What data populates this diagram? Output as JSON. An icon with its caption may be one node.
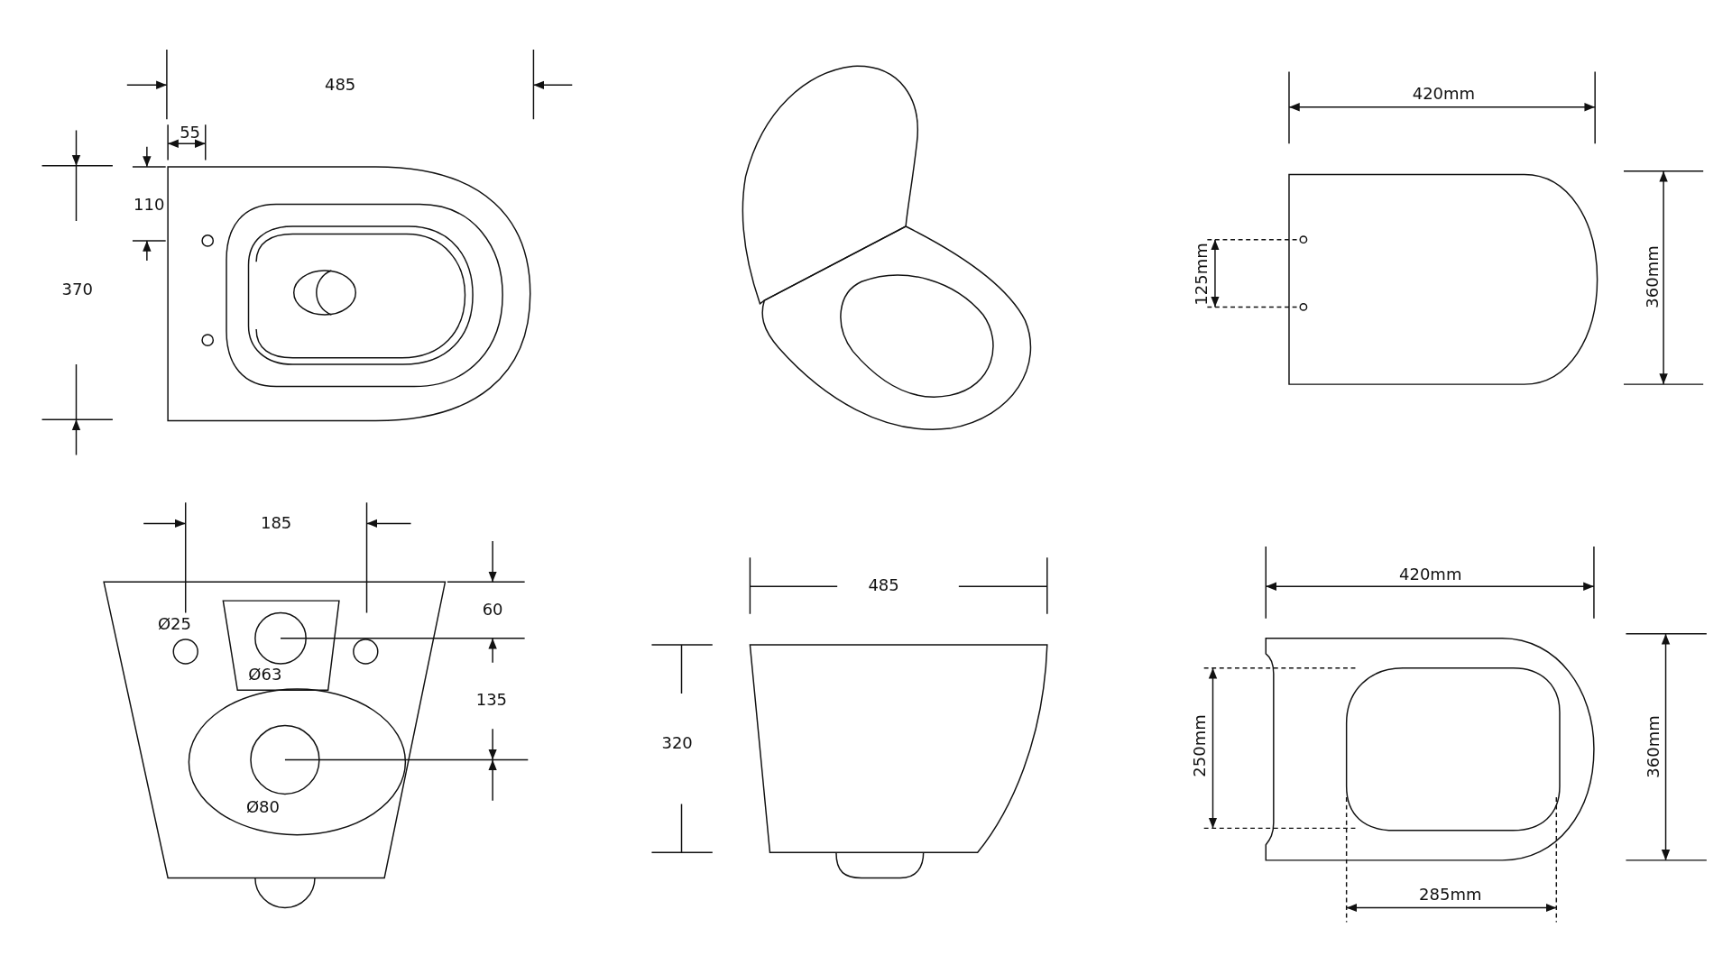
{
  "diagram": {
    "labels": [
      "485",
      "55",
      "110",
      "370",
      "420mm",
      "125mm",
      "360mm",
      "185",
      "485",
      "420mm",
      "60",
      "Ø25",
      "Ø63",
      "135",
      "320",
      "250mm",
      "360mm",
      "Ø80",
      "285mm"
    ]
  }
}
